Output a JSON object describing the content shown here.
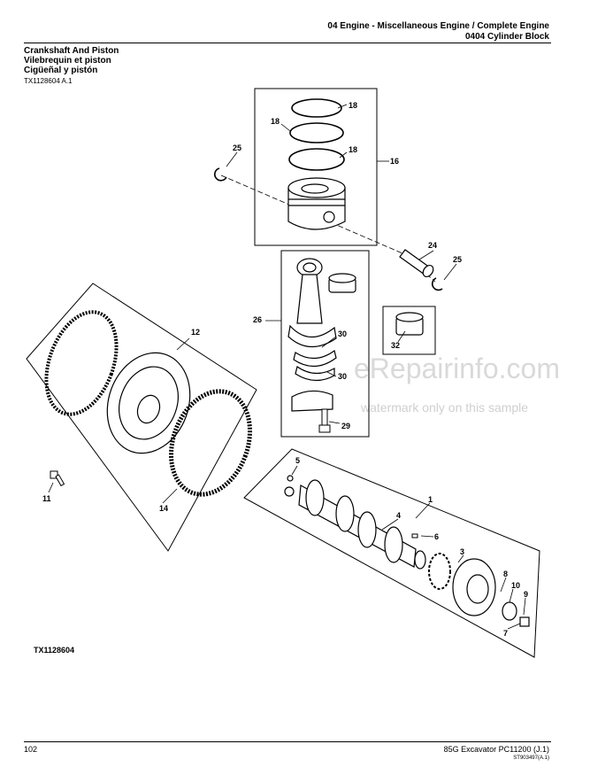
{
  "header": {
    "section": "04 Engine - Miscellaneous Engine / Complete Engine",
    "group": "0404 Cylinder Block"
  },
  "titles": {
    "en": "Crankshaft And Piston",
    "fr": "Vilebrequin et piston",
    "es": "Cigüeñal y pistón"
  },
  "figure_ref": "TX1128604 A.1",
  "figure_code": "TX1128604",
  "callouts": {
    "c1": "1",
    "c4": "4",
    "c5": "5",
    "c6": "6",
    "c7": "7",
    "c8": "8",
    "c9": "9",
    "c10": "10",
    "c11": "11",
    "c12": "12",
    "c14": "14",
    "c16": "16",
    "c18a": "18",
    "c18b": "18",
    "c18c": "18",
    "c24": "24",
    "c25a": "25",
    "c25b": "25",
    "c26": "26",
    "c29": "29",
    "c30a": "30",
    "c30b": "30",
    "c32": "32"
  },
  "watermark": {
    "brand": "eRepairinfo.com",
    "note": "watermark only on this sample"
  },
  "footer": {
    "page": "102",
    "model": "85G Excavator   PC11200   (J.1)",
    "ident": "ST903497(A.1)"
  }
}
